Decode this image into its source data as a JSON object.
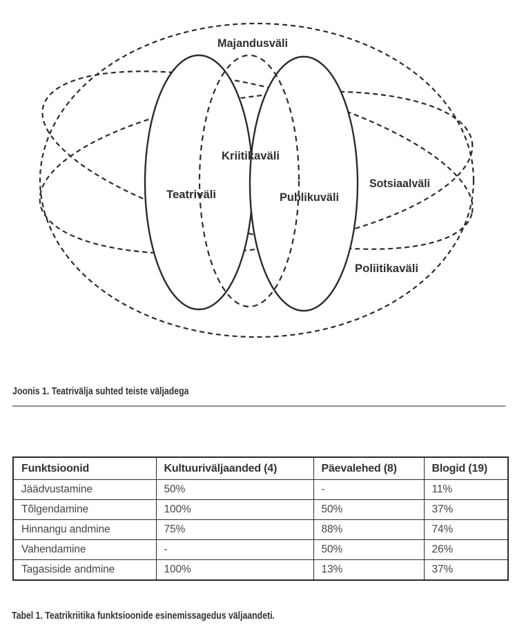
{
  "figure": {
    "labels": {
      "majandusvali": "Majandusväli",
      "kriitikavali": "Kriitikaväli",
      "teatrivali": "Teatriväli",
      "publikuvali": "Publikuväli",
      "sotsiaalvali": "Sotsiaalväli",
      "poliitikavali": "Poliitikaväli"
    },
    "caption": "Joonis 1. Teatrivälja suhted teiste väljadega"
  },
  "table": {
    "headers": [
      "Funktsioonid",
      "Kultuuriväljaanded (4)",
      "Päevalehed (8)",
      "Blogid (19)"
    ],
    "rows": [
      [
        "Jäädvustamine",
        "50%",
        "-",
        "11%"
      ],
      [
        "Tõlgendamine",
        "100%",
        "50%",
        "37%"
      ],
      [
        "Hinnangu andmine",
        "75%",
        "88%",
        "74%"
      ],
      [
        "Vahendamine",
        "-",
        "50%",
        "26%"
      ],
      [
        "Tagasiside andmine",
        "100%",
        "13%",
        "37%"
      ]
    ],
    "caption": "Tabel 1. Teatrikriitika funktsioonide esinemissagedus väljaandeti."
  },
  "colors": {
    "line": "#2b2b2b",
    "text": "#3a3a3a",
    "divider": "#8f8f8f",
    "background": "#ffffff"
  }
}
